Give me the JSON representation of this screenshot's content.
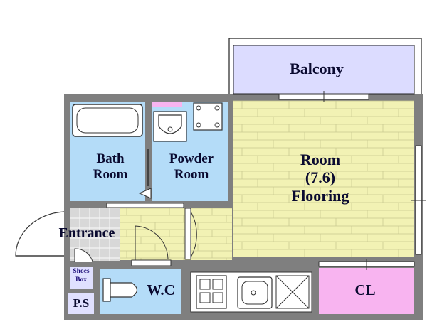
{
  "rooms": {
    "balcony": "Balcony",
    "main_room": {
      "line1": "Room",
      "line2": "(7.6)",
      "line3": "Flooring"
    },
    "bath": {
      "line1": "Bath",
      "line2": "Room"
    },
    "powder": {
      "line1": "Powder",
      "line2": "Room"
    },
    "entrance": "Entrance",
    "shoes_box": {
      "line1": "Shoes",
      "line2": "Box"
    },
    "wc": "W.C",
    "closet": "CL",
    "pipe_space": "P.S"
  },
  "colors": {
    "wall": "#7f7f7f",
    "balcony_fill": "#dcdcff",
    "flooring_fill": "#f2f2b4",
    "wet_area_fill": "#b4dcf8",
    "closet_fill": "#f8b4f0",
    "shoes_box_fill": "#e0e0ff",
    "entrance_tile": "#d8d8d8",
    "background": "#ffffff"
  },
  "fixtures": [
    "bathtub-icon",
    "washbasin-icon",
    "washing-machine-icon",
    "toilet-icon",
    "stove-icon",
    "kitchen-sink-icon"
  ]
}
